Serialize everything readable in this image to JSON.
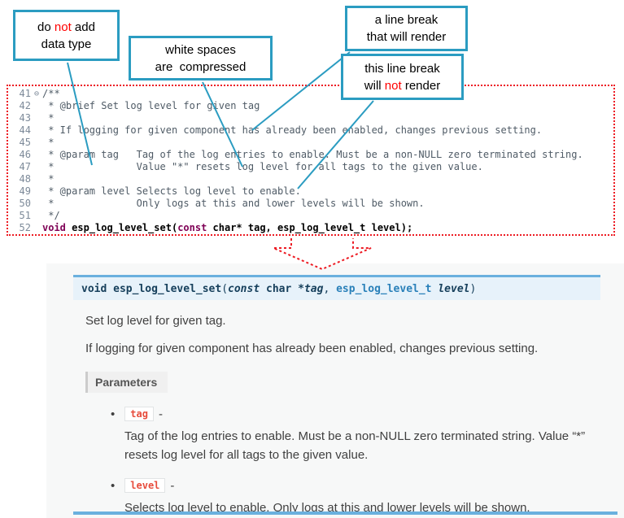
{
  "colors": {
    "callout_border": "#2b9cc1",
    "annotation_red": "#ff0000",
    "code_border_red": "#ed1c24",
    "keyword_maroon": "#7f0055",
    "signature_bg": "#e7f2fa",
    "signature_border": "#6ab0de",
    "type_link_blue": "#2980b9",
    "param_chip_red": "#e74c3c"
  },
  "callouts": {
    "box1": {
      "t1a": "do ",
      "t1b": "not",
      "t1c": " add",
      "t2": "data type"
    },
    "box2": {
      "t1": "white spaces",
      "t2": "are  compressed"
    },
    "box3": {
      "t1": "a line break",
      "t2": "that will render"
    },
    "box4": {
      "t1": "this line break",
      "t2a": "will ",
      "t2b": "not",
      "t2c": " render"
    }
  },
  "code": {
    "fold_icon": "⊖",
    "lines": [
      {
        "num": "41",
        "text": "/**"
      },
      {
        "num": "42",
        "text": " * @brief Set log level for given tag"
      },
      {
        "num": "43",
        "text": " *"
      },
      {
        "num": "44",
        "text": " * If logging for given component has already been enabled, changes previous setting."
      },
      {
        "num": "45",
        "text": " *"
      },
      {
        "num": "46",
        "text": " * @param tag   Tag of the log entries to enable. Must be a non-NULL zero terminated string."
      },
      {
        "num": "47",
        "text": " *              Value \"*\" resets log level for all tags to the given value."
      },
      {
        "num": "48",
        "text": " *"
      },
      {
        "num": "49",
        "text": " * @param level Selects log level to enable."
      },
      {
        "num": "50",
        "text": " *              Only logs at this and lower levels will be shown."
      },
      {
        "num": "51",
        "text": " */"
      }
    ],
    "line52": {
      "num": "52",
      "kw1": "void",
      "fn": " esp_log_level_set(",
      "kw2": "const",
      "rest": " char* tag, esp_log_level_t level);"
    }
  },
  "doc": {
    "signature": {
      "ret": "void",
      "name": " esp_log_level_set",
      "open": "(",
      "const_kw": "const",
      "char_type": " char *",
      "arg1": "tag",
      "comma": ", ",
      "type2": "esp_log_level_t",
      "arg2": " level",
      "close": ")"
    },
    "para1": "Set log level for given tag.",
    "para2": "If logging for given component has already been enabled, changes previous setting.",
    "params_label": "Parameters",
    "bullet": "•",
    "items": [
      {
        "name": "tag",
        "dash": "-",
        "desc": "Tag of the log entries to enable. Must be a non-NULL zero terminated string. Value “*” resets log level for all tags to the given value."
      },
      {
        "name": "level",
        "dash": "-",
        "desc": "Selects log level to enable. Only logs at this and lower levels will be shown."
      }
    ]
  }
}
